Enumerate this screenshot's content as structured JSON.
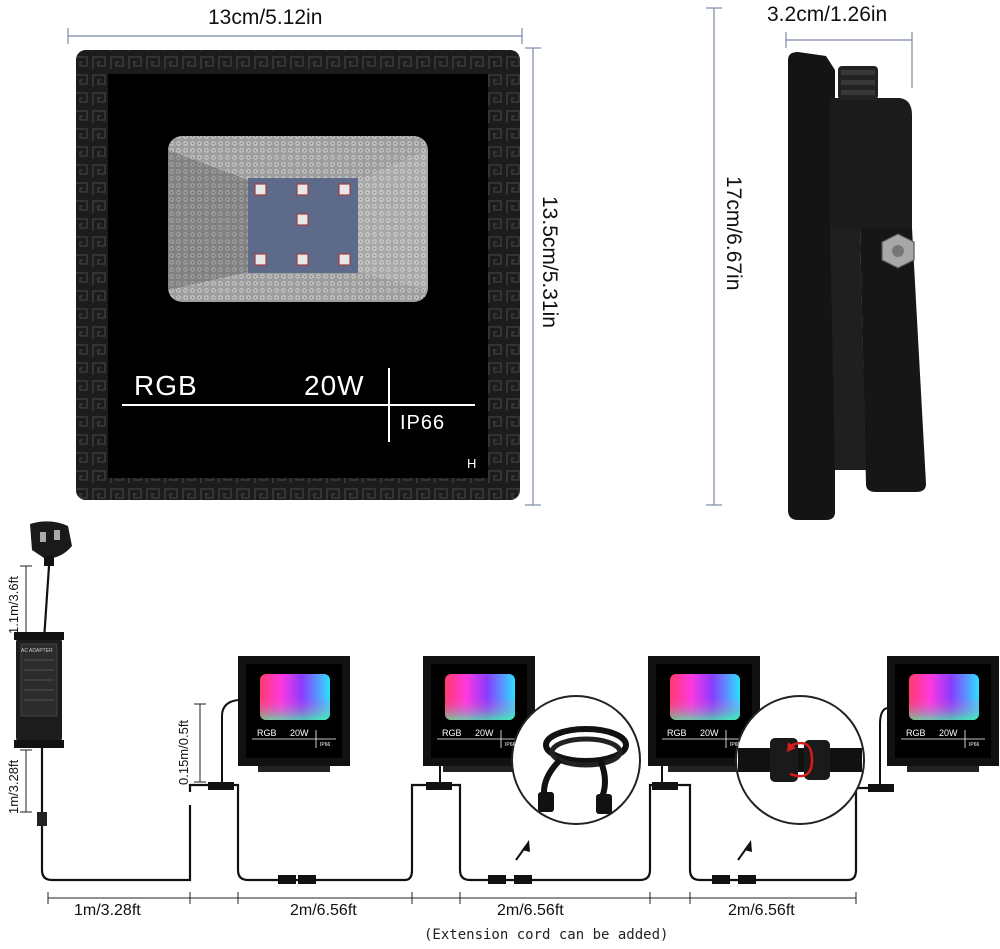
{
  "front_view": {
    "width_label": "13cm/5.12in",
    "height_label": "13.5cm/5.31in",
    "panel_text": {
      "rgb": "RGB",
      "power": "20W",
      "rating": "IP66",
      "mark": "H"
    }
  },
  "side_view": {
    "depth_label": "3.2cm/1.26in",
    "height_label": "17cm/6.67in"
  },
  "wiring": {
    "plug_cable_label": "1.1m/3.6ft",
    "adapter_cable_label": "1m/3.28ft",
    "light_lead_label": "0.15m/0.5ft",
    "adapter_text": "AC ADAPTER",
    "mini_light": {
      "rgb": "RGB",
      "power": "20W",
      "rating": "IP66"
    },
    "segments": [
      "1m/3.28ft",
      "2m/6.56ft",
      "2m/6.56ft",
      "2m/6.56ft"
    ],
    "note": "(Extension cord can be added)"
  },
  "colors": {
    "housing": "#1a1a1a",
    "dimension_line": "#7a8aa8",
    "cable": "#111111",
    "reflector": "#b8b8b8"
  }
}
